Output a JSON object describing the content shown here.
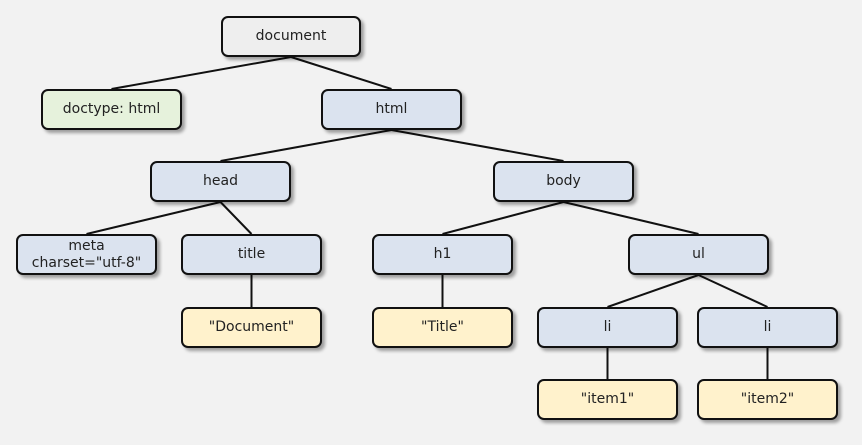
{
  "colors": {
    "root": "#eeeeee",
    "declaration": "#e6f2dc",
    "element": "#dbe3ef",
    "text": "#fff2cc",
    "border": "#111111",
    "background": "#f2f2f2"
  },
  "nodes": {
    "document": "document",
    "doctype": "doctype: html",
    "html": "html",
    "head": "head",
    "body": "body",
    "meta": "meta\ncharset=\"utf-8\"",
    "title": "title",
    "h1": "h1",
    "ul": "ul",
    "title_text": "\"Document\"",
    "h1_text": "\"Title\"",
    "li1": "li",
    "li2": "li",
    "li1_text": "\"item1\"",
    "li2_text": "\"item2\""
  },
  "edges": [
    [
      "document",
      "doctype"
    ],
    [
      "document",
      "html"
    ],
    [
      "html",
      "head"
    ],
    [
      "html",
      "body"
    ],
    [
      "head",
      "meta"
    ],
    [
      "head",
      "title"
    ],
    [
      "body",
      "h1"
    ],
    [
      "body",
      "ul"
    ],
    [
      "title",
      "title_text"
    ],
    [
      "h1",
      "h1_text"
    ],
    [
      "ul",
      "li1"
    ],
    [
      "ul",
      "li2"
    ],
    [
      "li1",
      "li1_text"
    ],
    [
      "li2",
      "li2_text"
    ]
  ]
}
